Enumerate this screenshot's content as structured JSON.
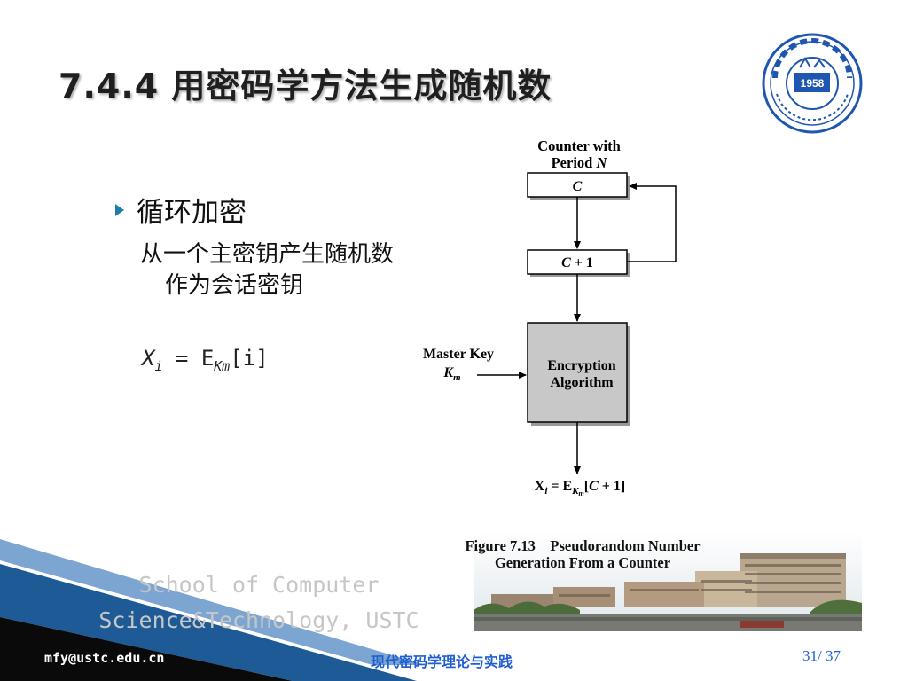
{
  "slide": {
    "title": "7.4.4 用密码学方法生成随机数"
  },
  "content": {
    "bullet": "循环加密",
    "sub": "从一个主密钥产生随机数作为会话密钥",
    "formula": {
      "x": "X",
      "x_sub": "i",
      "eq": " = E",
      "e_sub": "Km",
      "tail": "[i]"
    }
  },
  "diagram": {
    "counter_title_1": "Counter with",
    "counter_title_2": "Period ",
    "counter_title_n": "N",
    "box_c": "C",
    "box_c1_c": "C",
    "box_c1_rest": " + 1",
    "master_key_1": "Master Key",
    "master_key_k": "K",
    "master_key_m": "m",
    "enc_1": "Encryption",
    "enc_2": "Algorithm",
    "out_x": "X",
    "out_i": "i",
    "out_mid": " = E",
    "out_k": "K",
    "out_m": "m",
    "out_tail_1": "[",
    "out_tail_c": "C",
    "out_tail_2": " + 1]",
    "caption_1": "Figure 7.13    Pseudorandom Number",
    "caption_2": "Generation From a Counter"
  },
  "logo": {
    "year": "1958"
  },
  "footer": {
    "watermark_1": "School of Computer",
    "watermark_2": "Science&Technology, USTC",
    "email": "mfy@ustc.edu.cn",
    "course": "现代密码学理论与实践",
    "page": "31/ 37"
  },
  "colors": {
    "accent_blue": "#1f5fd1",
    "bullet_teal": "#1e7ea8",
    "logo_blue": "#1f56b0",
    "band_dark": "#0a0a0a",
    "band_blue": "#1e5a96",
    "box_gray": "#c8c8c8"
  }
}
